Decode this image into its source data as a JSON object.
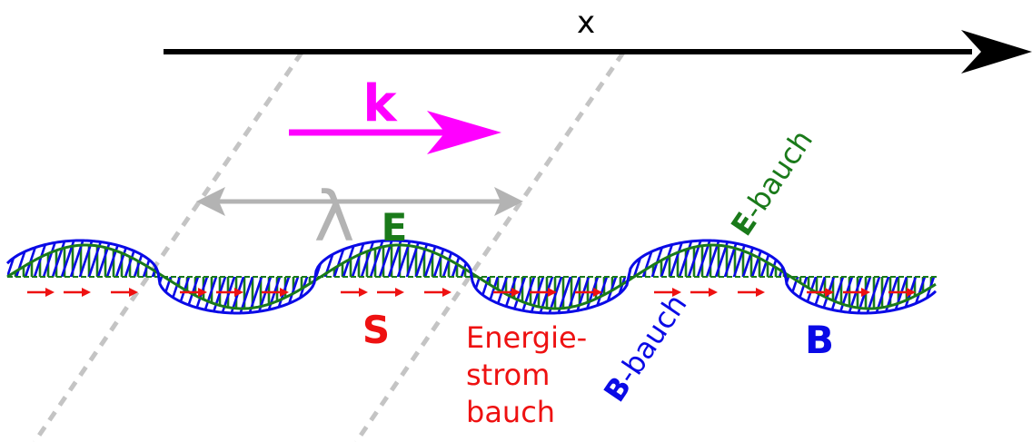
{
  "labels": {
    "x_axis": "x",
    "k": "k",
    "lambda": "λ",
    "E": "E",
    "S": "S",
    "B": "B",
    "energy_line1": "Energie-",
    "energy_line2": "strom",
    "energy_line3": "bauch",
    "e_bauch_bold": "E",
    "e_bauch_rest": "-bauch",
    "b_bauch_bold": "B",
    "b_bauch_rest": "-bauch"
  },
  "colors": {
    "axis": "#000000",
    "k_vector": "#ff00ff",
    "lambda": "#b3b3b3",
    "e_field": "#1a7a1a",
    "b_field": "#0a0ae6",
    "energy": "#ee1111",
    "dashed_lines": "#c4c4c4"
  }
}
